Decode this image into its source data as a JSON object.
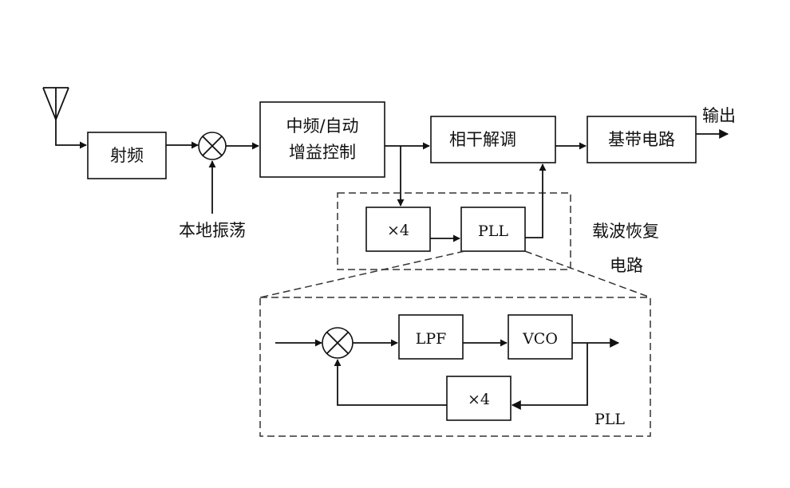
{
  "blocks": {
    "rf": "射频",
    "if_agc_line1": "中频/自动",
    "if_agc_line2": "增益控制",
    "coherent_demod": "相干解调",
    "baseband": "基带电路",
    "mult4_top": "×4",
    "pll_top": "PLL",
    "lpf": "LPF",
    "vco": "VCO",
    "mult4_bottom": "×4"
  },
  "labels": {
    "local_osc": "本地振荡",
    "output": "输出",
    "carrier_recovery_line1": "载波恢复",
    "carrier_recovery_line2": "电路",
    "pll_detail": "PLL"
  },
  "colors": {
    "line": "#111111",
    "dash": "#333333",
    "background": "#ffffff"
  },
  "icons": [
    "antenna-icon",
    "mixer-icon"
  ]
}
